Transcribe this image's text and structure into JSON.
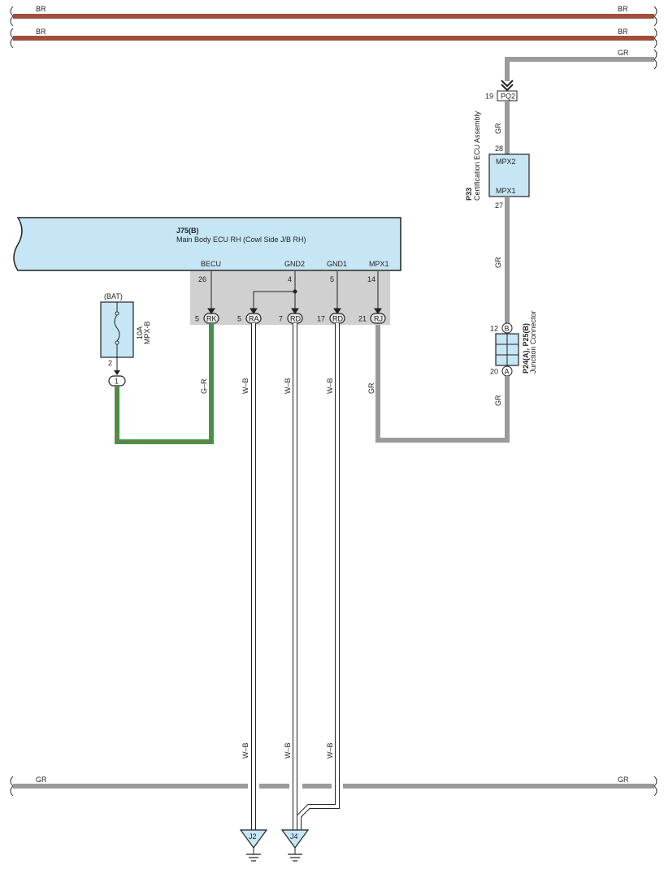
{
  "colors": {
    "br_wire": "#a0503a",
    "gr_wire": "#9a9a9a",
    "ecu_fill": "#c6e6f6",
    "connector_block": "#d0d0d0",
    "green_wire": "#2f9e4a",
    "red_wire": "#d24a3a"
  },
  "bus_labels": {
    "br_top_left": "BR",
    "br_top_right": "BR",
    "br_second_left": "BR",
    "br_second_right": "BR",
    "gr_right_top": "GR",
    "gr_bottom_left": "GR",
    "gr_bottom_right": "GR"
  },
  "ecu": {
    "code": "J75(B)",
    "name": "Main Body ECU RH (Cowl Side J/B RH)",
    "terminals": [
      "BECU",
      "GND2",
      "GND1",
      "MPX1"
    ],
    "pins": [
      "26",
      "4",
      "5",
      "14"
    ]
  },
  "connectors": {
    "rk": {
      "pin": "5",
      "label": "RK"
    },
    "ra": {
      "pin": "5",
      "label": "RA"
    },
    "rd1": {
      "pin": "7",
      "label": "RD"
    },
    "rd2": {
      "pin": "17",
      "label": "RD"
    },
    "rj": {
      "pin": "21",
      "label": "RJ"
    }
  },
  "fuse": {
    "source": "(BAT)",
    "rating": "10A",
    "name": "MPX-B",
    "pin": "2",
    "connector": "1"
  },
  "wire_labels": {
    "g_r": "G–R",
    "w_b_ra_upper": "W–B",
    "w_b_rd1_upper": "W–B",
    "w_b_rd2_upper": "W–B",
    "w_b_ra_lower": "W–B",
    "w_b_rd1_lower": "W–B",
    "w_b_rd2_lower": "W–B",
    "gr_rj": "GR",
    "gr_upper": "GR",
    "gr_lower": "GR"
  },
  "certification_ecu": {
    "code": "P33",
    "name": "Certification ECU Assembly",
    "mpx2": "MPX2",
    "mpx1": "MPX1",
    "pin_top": "28",
    "pin_bottom": "27"
  },
  "pq2": {
    "pin": "19",
    "label": "PQ2"
  },
  "junction": {
    "code": "P24(A), P25(B)",
    "name": "Junction Connector",
    "top_pin": "12",
    "top_label": "B",
    "bottom_pin": "20",
    "bottom_label": "A"
  },
  "grounds": {
    "j2": "J2",
    "j4": "J4"
  }
}
